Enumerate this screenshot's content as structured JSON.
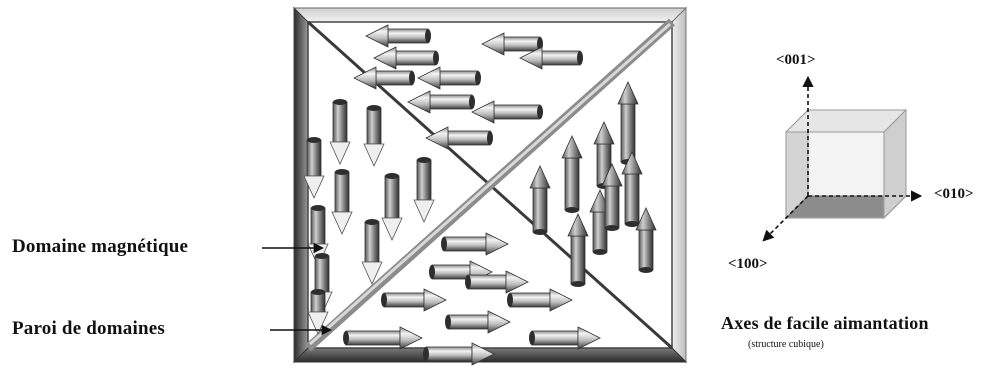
{
  "labels": {
    "magnetic_domain": "Domaine magnétique",
    "domain_wall": "Paroi de domaines",
    "axis_001": "<001>",
    "axis_010": "<010>",
    "axis_100": "<100>",
    "easy_axes": "Axes de facile aimantation",
    "easy_axes_note": "(structure cubique)"
  },
  "icons": {
    "domain_arrow": "arrow-icon",
    "cube": "cube-icon"
  },
  "colors": {
    "frame_light": "#d8d8d8",
    "frame_dark": "#3a3a3a",
    "arrow_light": "#f2f2f2",
    "arrow_dark": "#3c3c3c",
    "cube_face": "#c8c8c8"
  }
}
